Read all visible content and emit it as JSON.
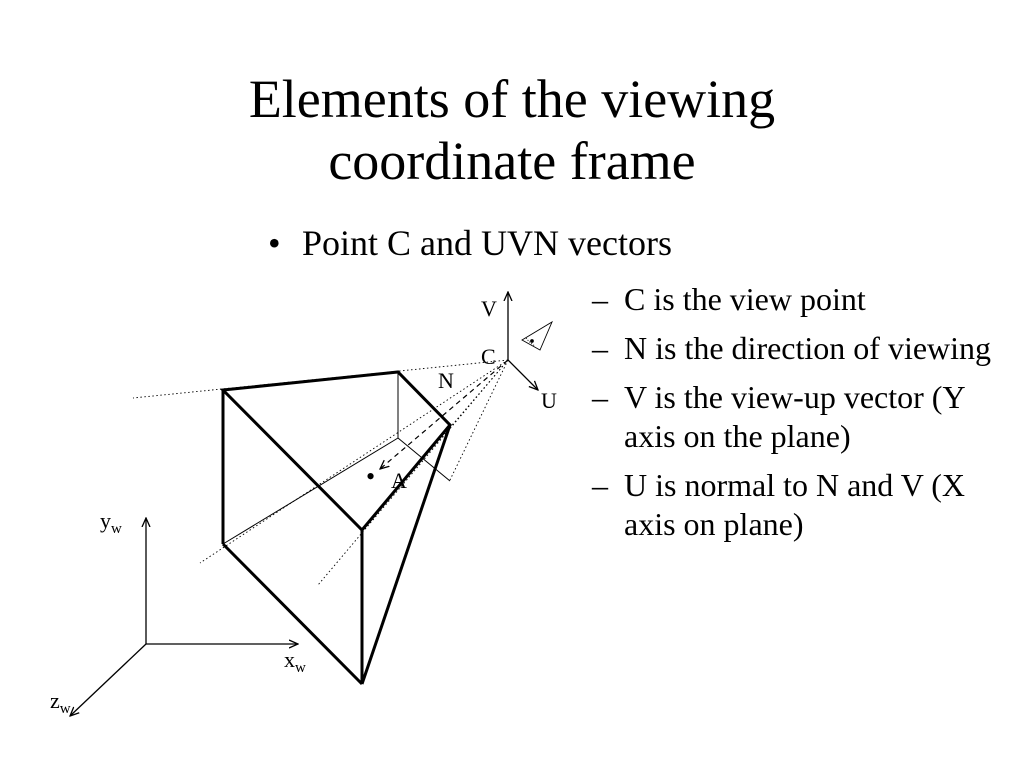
{
  "slide": {
    "title_line1": "Elements of the viewing",
    "title_line2": "coordinate frame",
    "bullet_symbol": "•",
    "main_bullet": "Point C and UVN vectors",
    "sub_dash": "–",
    "sub_bullets": [
      "C is the view point",
      "N is the direction of viewing",
      "V is the view-up vector (Y axis on the plane)",
      "U is normal to N and V (X axis on plane)"
    ]
  },
  "diagram": {
    "labels": {
      "v": "V",
      "c": "C",
      "n": "N",
      "u": "U",
      "a": "A",
      "a_dot": "•",
      "y_base": "y",
      "x_base": "x",
      "z_base": "z",
      "sub_w": "w"
    },
    "icons": [
      "eye-icon"
    ],
    "colors": {
      "ink": "#000000",
      "background": "#ffffff"
    }
  }
}
